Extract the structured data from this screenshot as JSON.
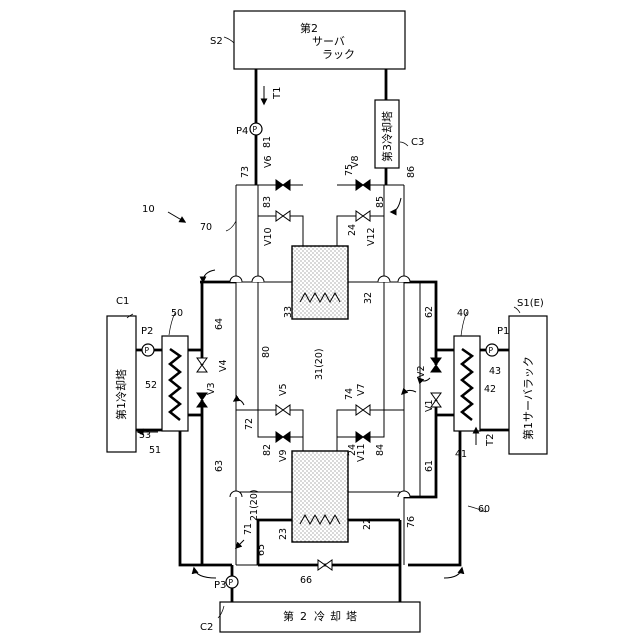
{
  "boxes": {
    "s2_text": [
      "第2",
      "サーバ",
      "ラック"
    ],
    "s1_text": "第1サーバラック",
    "c1_text": "第1冷却塔",
    "c2_text": [
      "第",
      "2",
      "冷",
      "却",
      "塔"
    ],
    "c3_text": "第3冷却塔"
  },
  "labels": {
    "S2": "S2",
    "S1": "S1(E)",
    "C1": "C1",
    "C2": "C2",
    "C3": "C3",
    "T1": "T1",
    "T2": "T2",
    "P1": "P1",
    "P2": "P2",
    "P3": "P3",
    "P4": "P4",
    "V1": "V1",
    "V2": "V2",
    "V3": "V3",
    "V4": "V4",
    "V5": "V5",
    "V6": "V6",
    "V7": "V7",
    "V8": "V8",
    "V9": "V9",
    "V10": "V10",
    "V11": "V11",
    "V12": "V12",
    "n10": "10",
    "n20a": "21(20)",
    "n20b": "31(20)",
    "n22": "22",
    "n23": "23",
    "n24a": "24",
    "n24b": "24",
    "n32": "32",
    "n33": "33",
    "n40": "40",
    "n41": "41",
    "n42": "42",
    "n43": "43",
    "n50": "50",
    "n51": "51",
    "n52": "52",
    "n53": "53",
    "n60": "60",
    "n61": "61",
    "n62": "62",
    "n63": "63",
    "n64": "64",
    "n65": "65",
    "n66": "66",
    "n70": "70",
    "n71": "71",
    "n72": "72",
    "n73": "73",
    "n74": "74",
    "n75": "75",
    "n76": "76",
    "n80": "80",
    "n81": "81",
    "n82": "82",
    "n83": "83",
    "n84": "84",
    "n85": "85",
    "n86": "86"
  }
}
